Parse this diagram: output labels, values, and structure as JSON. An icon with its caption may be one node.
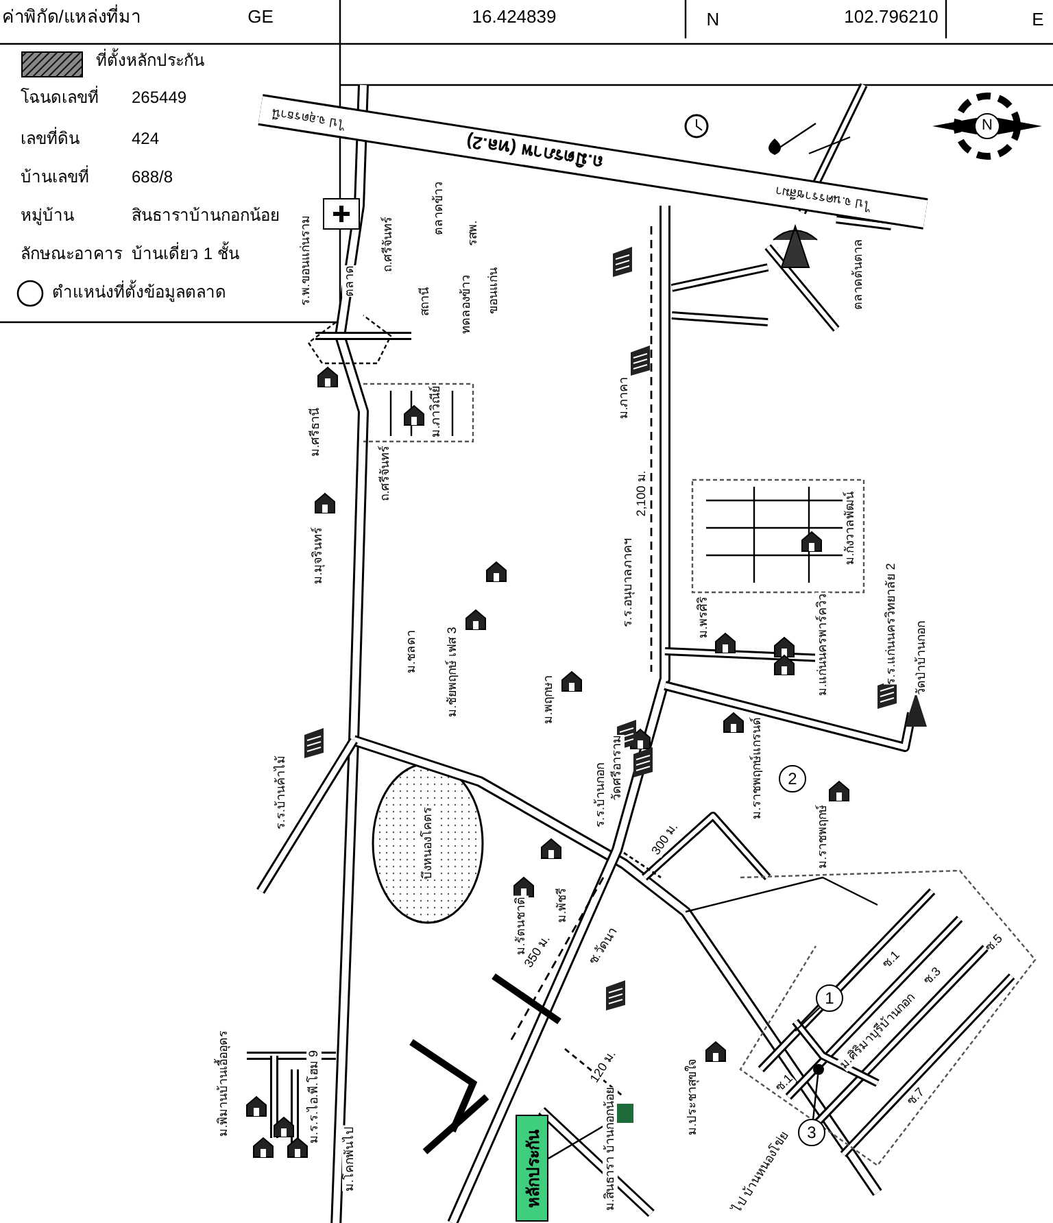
{
  "diagram": {
    "nodes": [
      {
        "text": [
          "1"
        ]
      },
      {
        "text": [
          "2"
        ]
      },
      {
        "text": [
          "3"
        ]
      },
      {
        "text": [],
        "shape": "circle"
      },
      {
        "text": [
          "หลักประกัน"
        ]
      },
      {
        "text": [],
        "shape": "box"
      }
    ],
    "edges": [
      {
        "from": 0,
        "to": null,
        "arrow": "none"
      },
      {
        "from": 2,
        "to": 3,
        "arrow": "none"
      },
      {
        "from": 4,
        "to": 5,
        "arrow": "none"
      }
    ],
    "labels": [
      "ค่าพิกัด/แหล่งที่มา",
      "GE",
      "16.424839",
      "N",
      "102.796210",
      "E",
      "โฉนดเลขที่",
      "265449",
      "เลขที่ดิน",
      "424",
      "บ้านเลขที่",
      "688/8",
      "หมู่บ้าน",
      "สินธาราบ้านกอกน้อย",
      "ลักษณะอาคาร",
      "บ้านเดี่ยว 1 ชั้น",
      "ไป จ.อุดรธานี",
      "ถ.มิตรภาพ (ทล.2)",
      "ไป จ.นครราชสีมา",
      "N",
      "ร.พ.ขอนแก่นราม",
      "ถ.ศรีจันทร์",
      "ตลาดข้าว",
      "รสพ.",
      "ตลาด",
      "สถานี",
      "ทดลองข้าว",
      "ขอนแก่น",
      "ตลาดต้นตาล",
      "ม.ภาคา",
      "ม.ศรีธานี",
      "ถ.ศรีจันทร์",
      "ม.ภาวิณีย์",
      "ม.มุจรินทร์",
      "ม.ชลดา",
      "ม.ชัยพฤกษ์ เฟส 3",
      "ม.พฤกษา",
      "ร.ร.อนุบาลภาคฯ",
      "2,100 ม.",
      "ม.พรศิริ",
      "ม.กังวาลพัฒน์",
      "ม.แก่นนครพาร์ควิว",
      "ร.ร.แก่นนครวิทยาลัย 2",
      "วัดป่าบ้านกอก",
      "ร.ร.บ้านค้าไม้",
      "วัดศรีอาราม",
      "ร.ร.บ้านกอก",
      "ม.ราชพฤกษ์แกรนด์",
      "บึงหนองโคตร",
      "ม.ราชพฤกษ์",
      "ม.รัตนชาติ",
      "ม.พัชรี",
      "300 ม.",
      "350 ม.",
      "ซ.วัดนา",
      "120 ม.",
      "ม.ประชาสุขใจ",
      "ม.สินธารา บ้านกอกน้อย",
      "ไป บ้านหนองโข่ย",
      "ม.ศิริมาบุรีบ้านกอก",
      "ซ.1",
      "ซ.3",
      "ซ.5",
      "ซ.7",
      "ซ.1",
      "ม.พิมานบ้านเอื้ออุดร",
      "ม.ร.ร.ไอ.พี.โฮม 9",
      "ม.โคกพันไป"
    ],
    "legend": [
      {
        "text": "ที่ตั้งหลักประกัน"
      },
      {
        "text": "ตำแหน่งที่ตั้งข้อมูลตลาด"
      }
    ]
  }
}
